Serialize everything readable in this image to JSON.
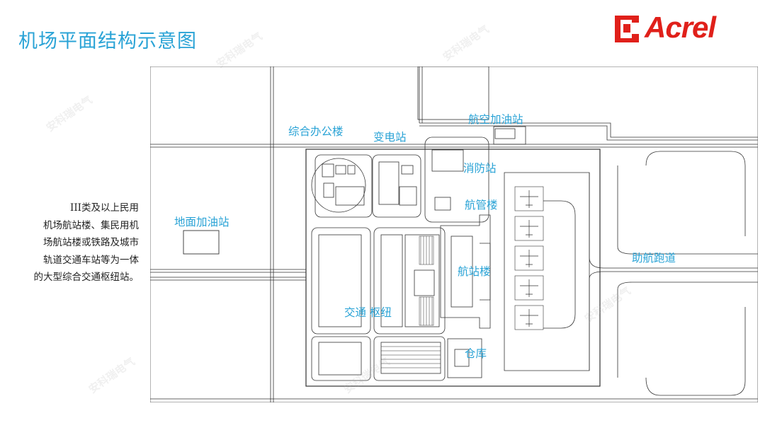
{
  "title": "机场平面结构示意图",
  "logo": {
    "text": "Acrel",
    "color": "#e0201a"
  },
  "watermark": "安科瑞电气",
  "description_lines": [
    "III类及以上民用",
    "机场航站楼、集民用机",
    "场航站楼或铁路及城市",
    "轨道交通车站等为一体",
    "的大型综合交通枢纽站。"
  ],
  "labels": {
    "office": "综合办公楼",
    "substation": "变电站",
    "aviation_fuel": "航空加油站",
    "fire_station": "消防站",
    "atc": "航管楼",
    "ground_fuel": "地面加油站",
    "terminal": "航站楼",
    "transport_hub": "交通 枢纽",
    "warehouse": "仓库",
    "taxiway": "助航跑道"
  },
  "colors": {
    "accent": "#2aa3d6",
    "line": "#333333"
  }
}
